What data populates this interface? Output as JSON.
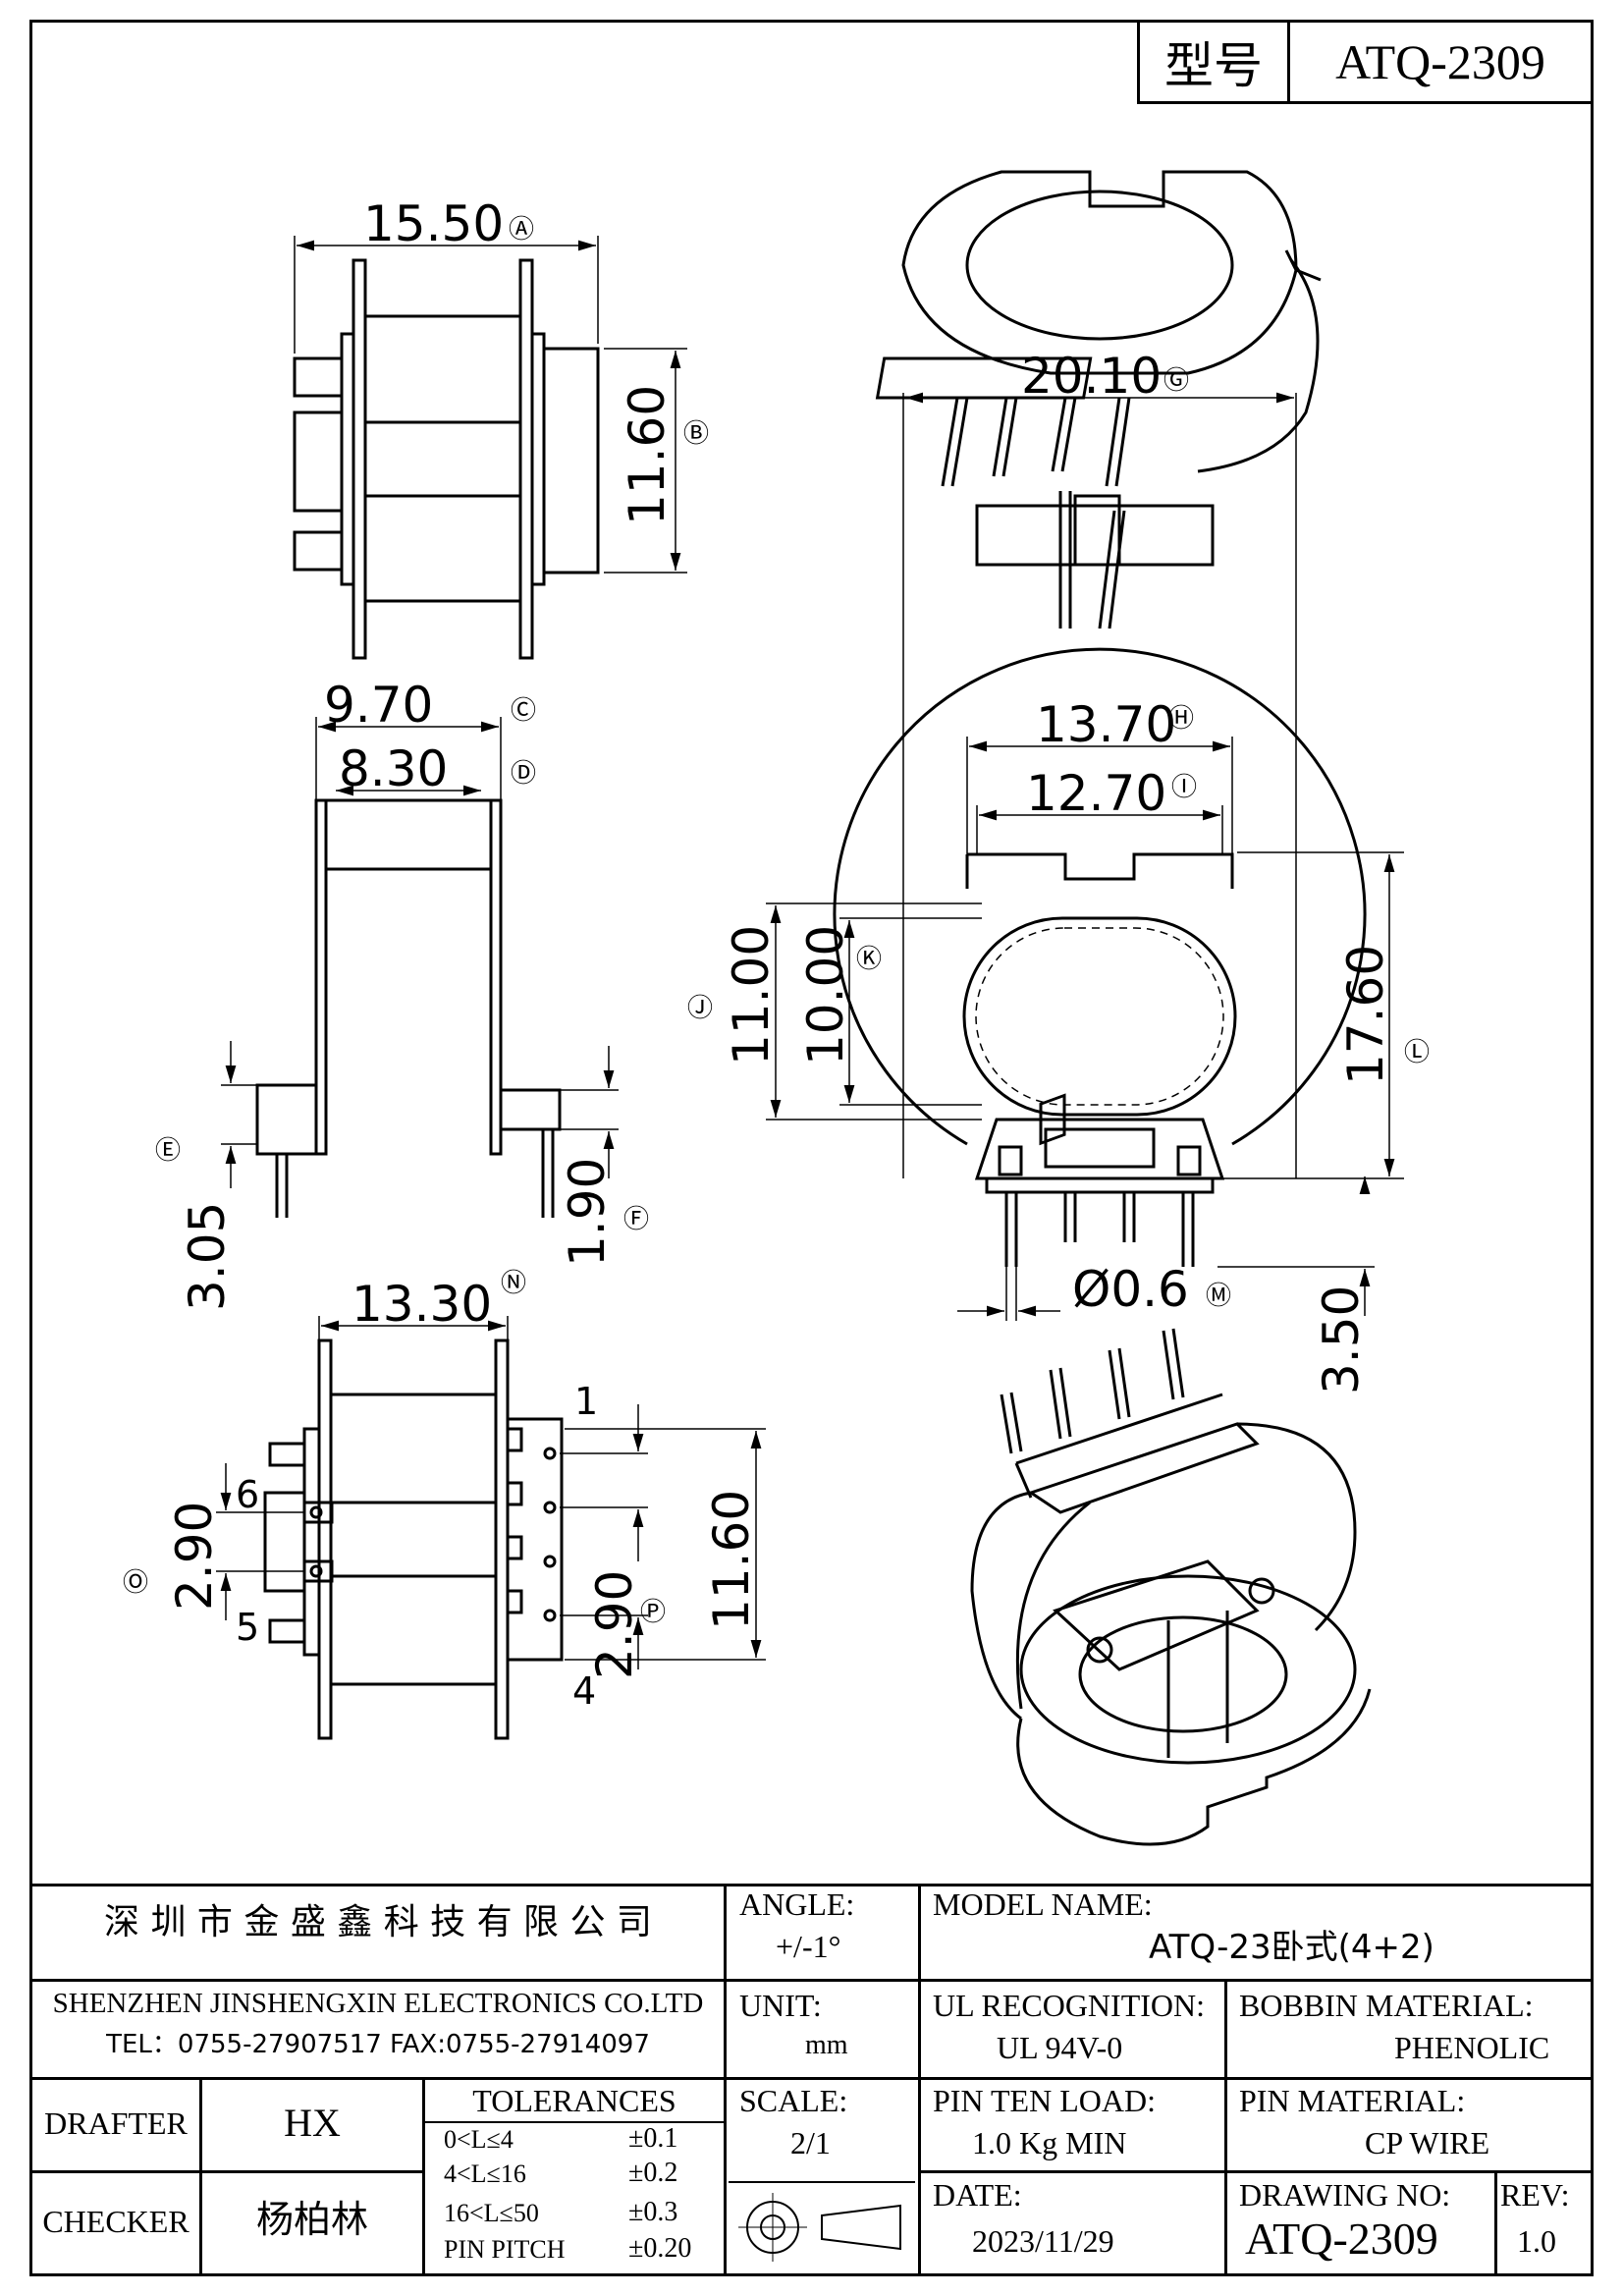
{
  "header": {
    "model_label": "型号",
    "model_value": "ATQ-2309"
  },
  "dimensions": {
    "A": "15.50",
    "B": "11.60",
    "C": "9.70",
    "D": "8.30",
    "E": "3.05",
    "F": "1.90",
    "G": "20.10",
    "H": "13.70",
    "I": "12.70",
    "J": "11.00",
    "K": "10.00",
    "L": "17.60",
    "M": "Ø0.6",
    "N": "13.30",
    "O": "2.90",
    "P": "2.90",
    "Q": "3.50",
    "R": "11.60"
  },
  "dimension_letters": {
    "A": "Ⓐ",
    "B": "Ⓑ",
    "C": "Ⓒ",
    "D": "Ⓓ",
    "E": "Ⓔ",
    "F": "Ⓕ",
    "G": "Ⓖ",
    "H": "Ⓗ",
    "I": "Ⓘ",
    "J": "Ⓙ",
    "K": "Ⓚ",
    "L": "Ⓛ",
    "M": "Ⓜ",
    "N": "Ⓝ",
    "O": "Ⓞ",
    "P": "Ⓟ"
  },
  "pin_numbers": {
    "p1": "1",
    "p4": "4",
    "p5": "5",
    "p6": "6"
  },
  "title_block": {
    "company_cn": "深 圳 市 金 盛 鑫 科 技 有 限 公 司",
    "company_en": "SHENZHEN JINSHENGXIN ELECTRONICS CO.LTD",
    "contact": "TEL：0755-27907517 FAX:0755-27914097",
    "angle_label": "ANGLE:",
    "angle_value": "+/-1°",
    "unit_label": "UNIT:",
    "unit_value": "mm",
    "scale_label": "SCALE:",
    "scale_value": "2/1",
    "model_name_label": "MODEL NAME:",
    "model_name_value": "ATQ-23卧式(4+2)",
    "ul_label": "UL RECOGNITION:",
    "ul_value": "UL 94V-0",
    "bobbin_label": "BOBBIN MATERIAL:",
    "bobbin_value": "PHENOLIC",
    "pin_load_label": "PIN TEN LOAD:",
    "pin_load_value": "1.0 Kg MIN",
    "pin_material_label": "PIN MATERIAL:",
    "pin_material_value": "CP WIRE",
    "date_label": "DATE:",
    "date_value": "2023/11/29",
    "drawing_no_label": "DRAWING NO:",
    "drawing_no_value": "ATQ-2309",
    "rev_label": "REV:",
    "rev_value": "1.0",
    "drafter_label": "DRAFTER",
    "drafter_value": "HX",
    "checker_label": "CHECKER",
    "checker_value": "杨柏林",
    "tolerances_label": "TOLERANCES",
    "tolerances": [
      {
        "range": "0<L≤4",
        "value": "±0.1"
      },
      {
        "range": "4<L≤16",
        "value": "±0.2"
      },
      {
        "range": "16<L≤50",
        "value": "±0.3"
      },
      {
        "range": "PIN PITCH",
        "value": "±0.20"
      }
    ]
  }
}
